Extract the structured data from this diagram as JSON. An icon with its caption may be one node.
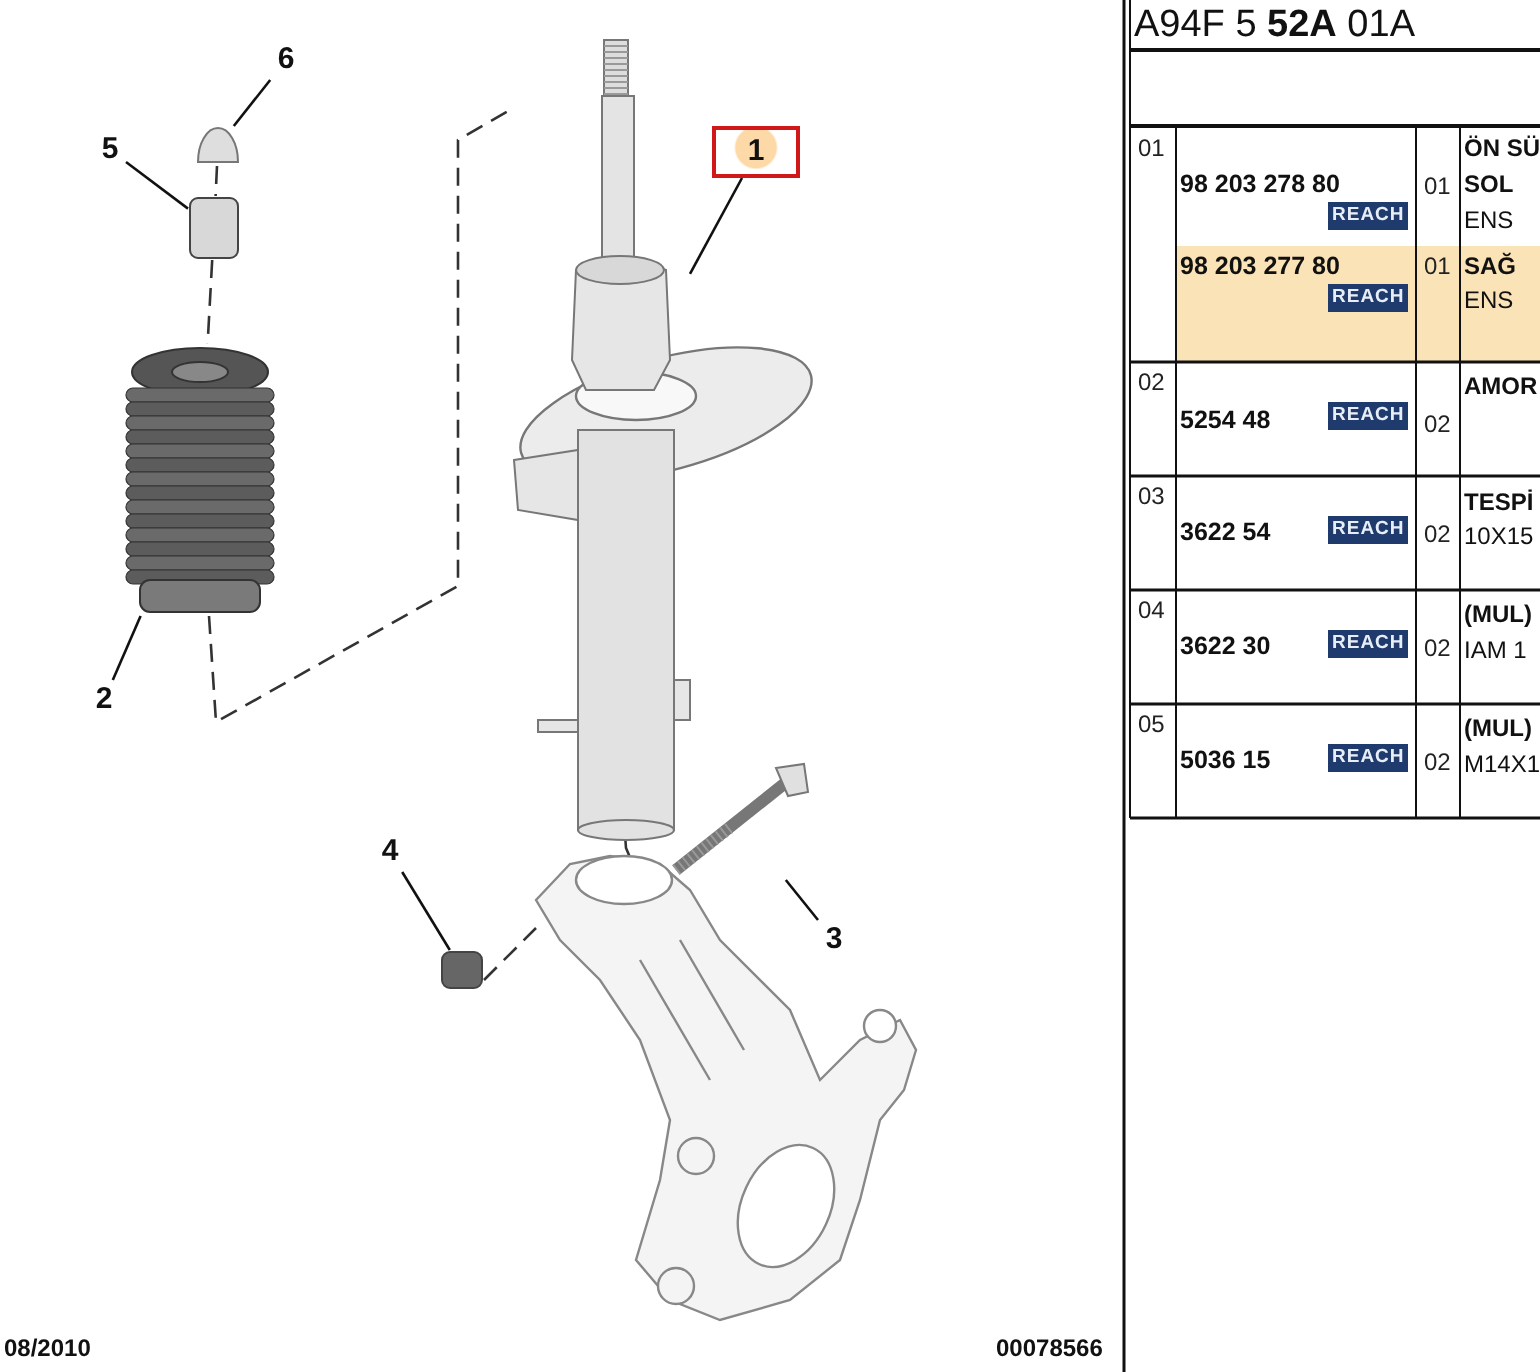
{
  "diagram": {
    "nodes": [
      {
        "text": [
          "1"
        ]
      },
      {
        "text": [],
        "shape": "picture"
      },
      {
        "text": [
          "2"
        ]
      },
      {
        "text": [],
        "shape": "picture"
      },
      {
        "text": [
          "3"
        ]
      },
      {
        "text": [],
        "shape": "picture"
      },
      {
        "text": [
          "4"
        ]
      },
      {
        "text": [],
        "shape": "box"
      },
      {
        "text": [
          "5"
        ]
      },
      {
        "text": [],
        "shape": "box"
      },
      {
        "text": [
          "6"
        ]
      },
      {
        "text": [],
        "shape": "circle"
      },
      {
        "text": [],
        "shape": "picture"
      }
    ],
    "edges": [
      {
        "from": 0,
        "to": 1,
        "arrow": "none"
      },
      {
        "from": 2,
        "to": 3,
        "arrow": "none"
      },
      {
        "from": 4,
        "to": 5,
        "arrow": "none"
      },
      {
        "from": 6,
        "to": 7,
        "arrow": "none"
      },
      {
        "from": 8,
        "to": 9,
        "arrow": "none"
      },
      {
        "from": 10,
        "to": 11,
        "arrow": "none"
      },
      {
        "from": 11,
        "to": 9,
        "arrow": "none",
        "style": "dashed"
      },
      {
        "from": 9,
        "to": 3,
        "arrow": "none",
        "style": "dashed"
      },
      {
        "from": 3,
        "to": 1,
        "arrow": "none",
        "style": "dashed"
      },
      {
        "from": 1,
        "to": 12,
        "arrow": "none",
        "style": "dashed"
      },
      {
        "from": 7,
        "to": 12,
        "arrow": "none",
        "style": "dashed"
      }
    ],
    "labels": [
      "A94F 5 **52A** 01A",
      "01",
      "98 203 278 80",
      "REACH",
      "01",
      "ÖN SÜ",
      "SOL",
      "ENS",
      "98 203 277 80",
      "REACH",
      "01",
      "SAĞ",
      "ENS",
      "02",
      "5254 48",
      "REACH",
      "02",
      "AMOR",
      "03",
      "3622 54",
      "REACH",
      "02",
      "TESPİ",
      "10X15",
      "04",
      "3622 30",
      "REACH",
      "02",
      "(MUL)",
      "IAM 1",
      "05",
      "5036 15",
      "REACH",
      "02",
      "(MUL)",
      "M14X1",
      "08/2010",
      "00078566"
    ]
  }
}
